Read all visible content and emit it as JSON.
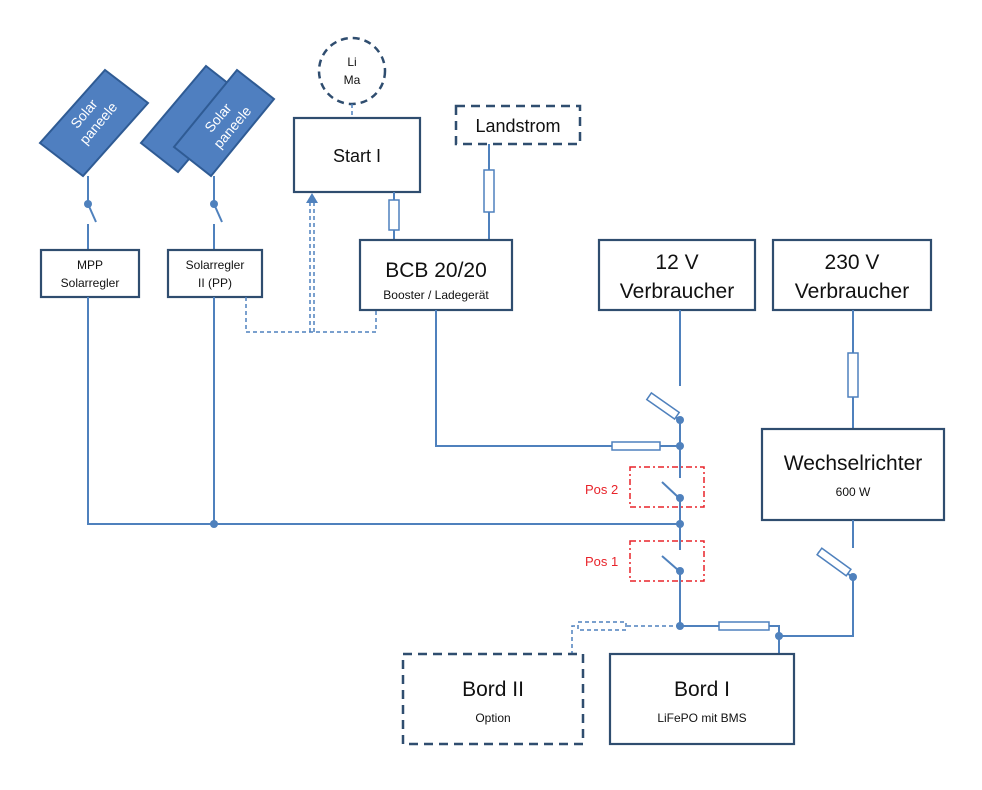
{
  "panels": [
    {
      "line1": "Solar",
      "line2": "paneele"
    },
    {
      "line1": "Solar",
      "line2": "paneele"
    }
  ],
  "limamarker": {
    "line1": "Li",
    "line2": "Ma"
  },
  "start": {
    "label": "Start I"
  },
  "landstrom": {
    "label": "Landstrom"
  },
  "mpp": {
    "line1": "MPP",
    "line2": "Solarregler"
  },
  "solarregler2": {
    "line1": "Solarregler",
    "line2": "II (PP)"
  },
  "bcb": {
    "title": "BCB 20/20",
    "subtitle": "Booster / Ladegerät"
  },
  "v12": {
    "line1": "12 V",
    "line2": "Verbraucher"
  },
  "v230": {
    "line1": "230 V",
    "line2": "Verbraucher"
  },
  "inverter": {
    "title": "Wechselrichter",
    "subtitle": "600 W"
  },
  "pos2": {
    "label": "Pos 2"
  },
  "pos1": {
    "label": "Pos 1"
  },
  "bord2": {
    "title": "Bord II",
    "subtitle": "Option"
  },
  "bord1": {
    "title": "Bord I",
    "subtitle": "LiFePO mit BMS"
  },
  "colors": {
    "line": "#4f81bd",
    "box_border": "#2f4d6f",
    "panel": "#4f7fc0",
    "pos_marker": "#e8232a"
  }
}
